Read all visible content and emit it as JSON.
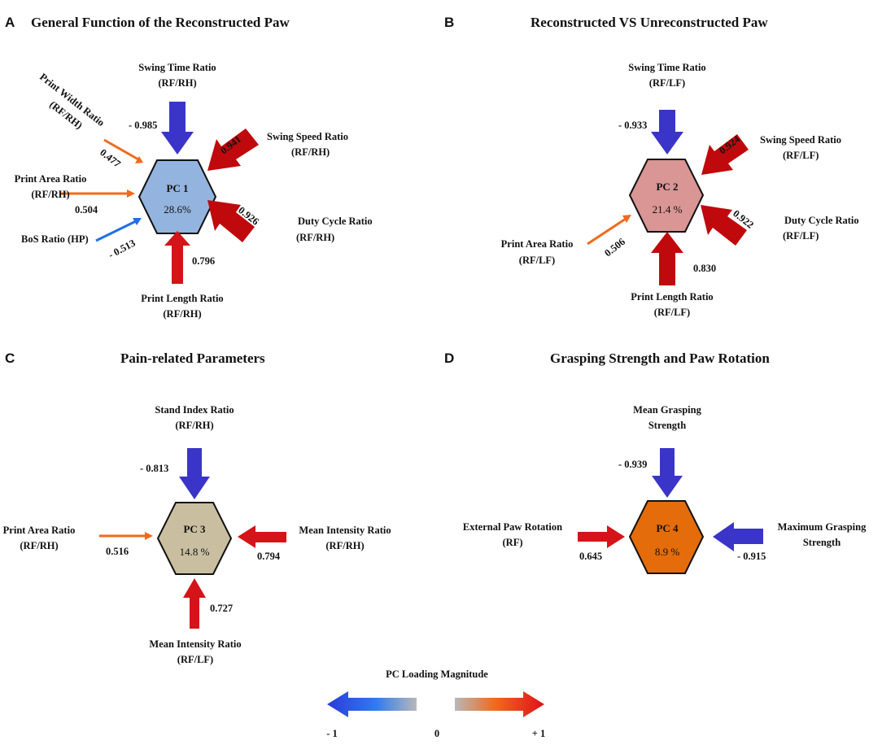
{
  "colors": {
    "arrow_neg_strong": "#3a35c8",
    "arrow_neg_light": "#1f6fe8",
    "arrow_pos_strong": "#d41418",
    "arrow_pos_dark": "#c0090d",
    "arrow_pos_light": "#f06a1c",
    "hex_pc1": "#93b4de",
    "hex_pc2": "#d99694",
    "hex_pc3": "#c9bfa0",
    "hex_pc4": "#e46c0a",
    "gray_mid": "#b0b0b0"
  },
  "panels": {
    "a": {
      "letter": "A",
      "title": "General Function of the Reconstructed Paw",
      "pc": "PC 1",
      "variance": "28.6%",
      "swing_time": {
        "line1": "Swing Time Ratio",
        "line2": "(RF/RH)",
        "value": "- 0.985"
      },
      "print_width": {
        "line1": "Print Width Ratio",
        "line2": "(RF/RH)",
        "value": "0.477"
      },
      "swing_speed": {
        "line1": "Swing Speed Ratio",
        "line2": "(RF/RH)",
        "value": "0.941"
      },
      "print_area": {
        "line1": "Print Area Ratio",
        "line2": "(RF/RH)",
        "value": "0.504"
      },
      "duty_cycle": {
        "line1": "Duty Cycle Ratio",
        "line2": "(RF/RH)",
        "value": "0.926"
      },
      "bos": {
        "line1": "BoS Ratio (HP)",
        "value": "- 0.513"
      },
      "print_length": {
        "line1": "Print Length Ratio",
        "line2": "(RF/RH)",
        "value": "0.796"
      }
    },
    "b": {
      "letter": "B",
      "title": "Reconstructed VS Unreconstructed Paw",
      "pc": "PC 2",
      "variance": "21.4 %",
      "swing_time": {
        "line1": "Swing Time Ratio",
        "line2": "(RF/LF)",
        "value": "- 0.933"
      },
      "swing_speed": {
        "line1": "Swing Speed Ratio",
        "line2": "(RF/LF)",
        "value": "0.924"
      },
      "duty_cycle": {
        "line1": "Duty Cycle Ratio",
        "line2": "(RF/LF)",
        "value": "0.922"
      },
      "print_area": {
        "line1": "Print Area Ratio",
        "line2": "(RF/LF)",
        "value": "0.506"
      },
      "print_length": {
        "line1": "Print Length Ratio",
        "line2": "(RF/LF)",
        "value": "0.830"
      }
    },
    "c": {
      "letter": "C",
      "title": "Pain-related Parameters",
      "pc": "PC 3",
      "variance": "14.8 %",
      "stand_index": {
        "line1": "Stand Index Ratio",
        "line2": "(RF/RH)",
        "value": "- 0.813"
      },
      "print_area": {
        "line1": "Print Area Ratio",
        "line2": "(RF/RH)",
        "value": "0.516"
      },
      "mean_intensity_rh": {
        "line1": "Mean Intensity Ratio",
        "line2": "(RF/RH)",
        "value": "0.794"
      },
      "mean_intensity_lf": {
        "line1": "Mean Intensity Ratio",
        "line2": "(RF/LF)",
        "value": "0.727"
      }
    },
    "d": {
      "letter": "D",
      "title": "Grasping Strength and Paw Rotation",
      "pc": "PC 4",
      "variance": "8.9 %",
      "mean_grasp": {
        "line1": "Mean Grasping",
        "line2": "Strength",
        "value": "- 0.939"
      },
      "ext_rotation": {
        "line1": "External Paw Rotation",
        "line2": "(RF)",
        "value": "0.645"
      },
      "max_grasp": {
        "line1": "Maximum Grasping",
        "line2": "Strength",
        "value": "- 0.915"
      }
    }
  },
  "legend": {
    "title": "PC Loading Magnitude",
    "min_label": "- 1",
    "mid_label": "0",
    "max_label": "+ 1"
  }
}
